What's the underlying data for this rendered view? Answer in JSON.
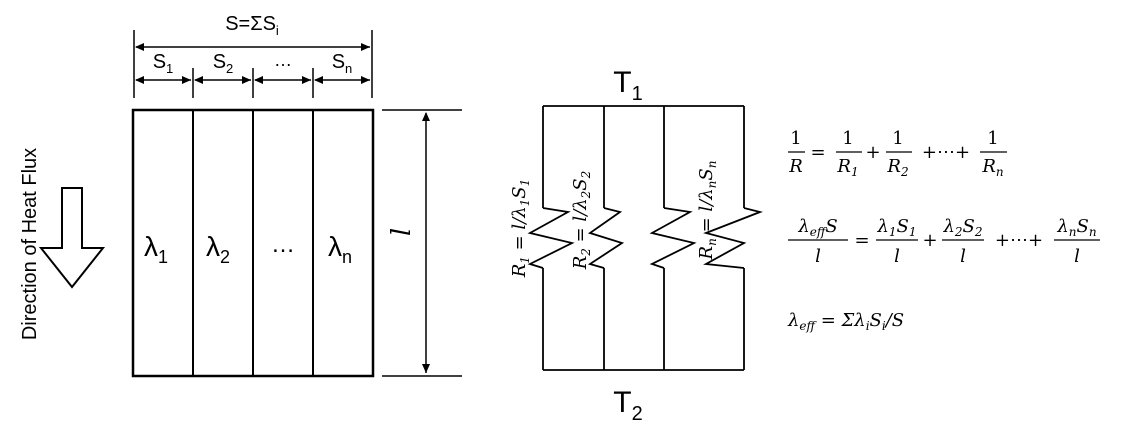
{
  "left_panel": {
    "direction_label": "Direction of Heat Flux",
    "total_width": {
      "base": "S=ΣS",
      "sub": "i"
    },
    "segments": [
      {
        "width": {
          "base": "S",
          "sub": "1"
        },
        "conductivity": {
          "base": "λ",
          "sub": "1"
        }
      },
      {
        "width": {
          "base": "S",
          "sub": "2"
        },
        "conductivity": {
          "base": "λ",
          "sub": "2"
        }
      },
      {
        "width": {
          "base": "…",
          "sub": ""
        },
        "conductivity": {
          "base": "…",
          "sub": ""
        }
      },
      {
        "width": {
          "base": "S",
          "sub": "n"
        },
        "conductivity": {
          "base": "λ",
          "sub": "n"
        }
      }
    ],
    "thickness_label": "l"
  },
  "circuit": {
    "top_temperature": {
      "base": "T",
      "sub": "1"
    },
    "bottom_temperature": {
      "base": "T",
      "sub": "2"
    },
    "resistors": [
      {
        "lhs": "R",
        "lhs_sub": "1",
        "rhs_pre": " = l/λ",
        "rhs_sub1": "1",
        "rhs_mid": "S",
        "rhs_sub2": "1"
      },
      {
        "lhs": "R",
        "lhs_sub": "2",
        "rhs_pre": " = l/λ",
        "rhs_sub1": "2",
        "rhs_mid": "S",
        "rhs_sub2": "2"
      },
      {
        "lhs": "R",
        "lhs_sub": "n",
        "rhs_pre": " = l/λ",
        "rhs_sub1": "n",
        "rhs_mid": "S",
        "rhs_sub2": "n"
      }
    ]
  },
  "equations": {
    "eq1": {
      "lhs_num": "1",
      "lhs_den": "R",
      "equals": "=",
      "terms": [
        {
          "num": "1",
          "den": "R",
          "den_sub": "1"
        },
        {
          "num": "1",
          "den": "R",
          "den_sub": "2"
        },
        {
          "num": "1",
          "den": "R",
          "den_sub": "n"
        }
      ],
      "plus": "+",
      "dots": "+⋯+"
    },
    "eq2": {
      "lhs_num_base": "λ",
      "lhs_num_sub": "eff",
      "lhs_num_tail": "S",
      "lhs_den": "l",
      "equals": "=",
      "terms": [
        {
          "a": "λ",
          "a_sub": "1",
          "b": "S",
          "b_sub": "1",
          "den": "l"
        },
        {
          "a": "λ",
          "a_sub": "2",
          "b": "S",
          "b_sub": "2",
          "den": "l"
        },
        {
          "a": "λ",
          "a_sub": "n",
          "b": "S",
          "b_sub": "n",
          "den": "l"
        }
      ],
      "plus": "+",
      "dots": "+⋯+"
    },
    "eq3": {
      "lhs": "λ",
      "lhs_sub": "eff",
      "rhs_pre": " = Σλ",
      "rhs_sub1": "i",
      "rhs_mid": "S",
      "rhs_sub2": "i",
      "rhs_tail": "/S"
    }
  }
}
